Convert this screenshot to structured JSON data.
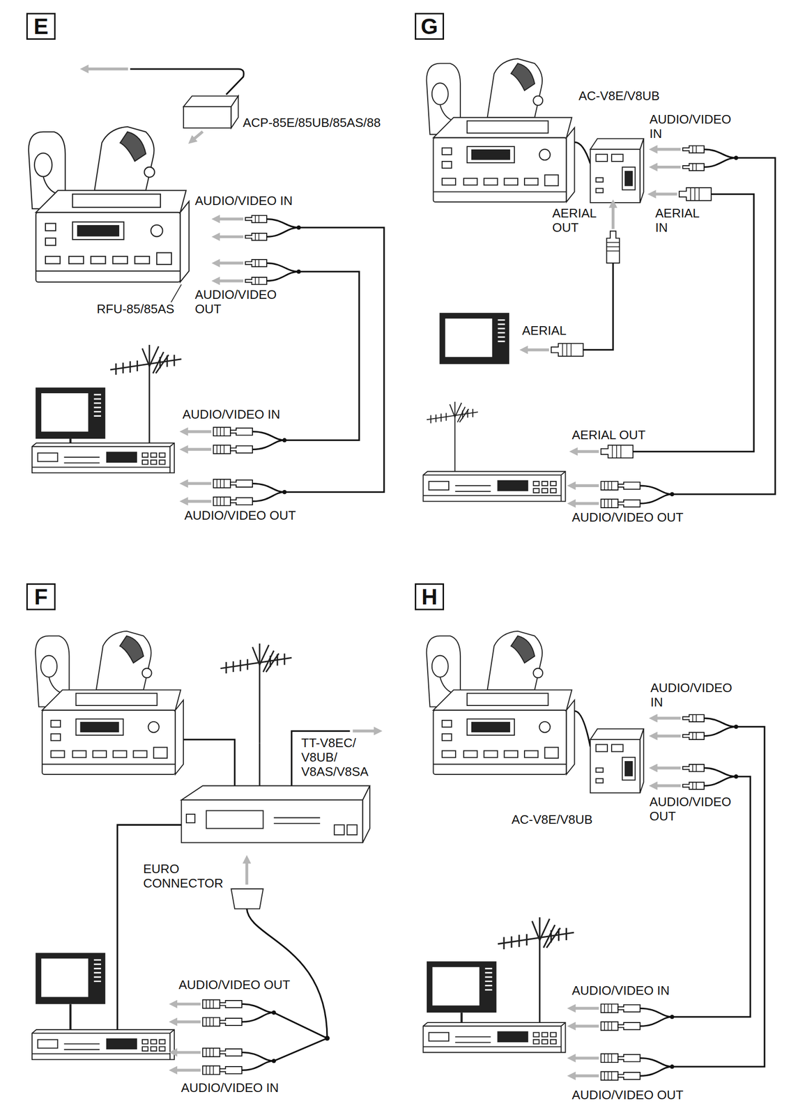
{
  "diagram": {
    "nodes": [
      {
        "text": [
          "E"
        ]
      },
      {
        "text": [
          "G"
        ]
      },
      {
        "text": [
          "F"
        ]
      },
      {
        "text": [
          "H"
        ]
      }
    ],
    "labels": [
      "ACP-85E/85UB/85AS/88",
      "AUDIO/VIDEO IN",
      "AUDIO/VIDEO OUT",
      "RFU-85/85AS",
      "AUDIO/VIDEO IN",
      "AUDIO/VIDEO OUT",
      "AC-V8E/V8UB",
      "AUDIO/VIDEO IN",
      "AERIAL OUT",
      "AERIAL IN",
      "AERIAL",
      "AERIAL OUT",
      "AUDIO/VIDEO OUT",
      "TT-V8EC/ V8UB/ V8AS/V8SA",
      "EURO CONNECTOR",
      "AUDIO/VIDEO OUT",
      "AUDIO/VIDEO IN",
      "AUDIO/VIDEO IN",
      "AUDIO/VIDEO OUT",
      "AC-V8E/V8UB",
      "AUDIO/VIDEO IN",
      "AUDIO/VIDEO OUT"
    ]
  }
}
